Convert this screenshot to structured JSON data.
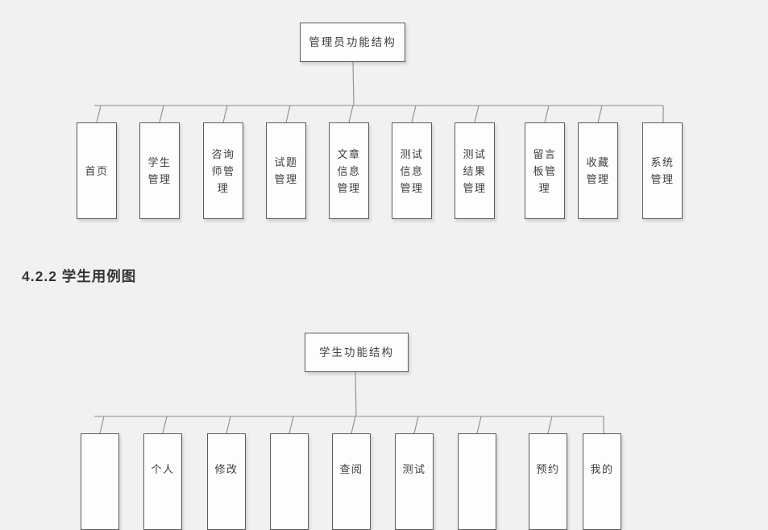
{
  "page": {
    "background_color": "#f1f1f2",
    "line_color": "#8c8c8c",
    "box_border_color": "#5c5c5c",
    "box_fill_color": "#fdfdfd",
    "text_color": "#3e3e3e",
    "heading_color": "#343434"
  },
  "heading": {
    "number_and_text": "4.2.2 学生用例图"
  },
  "diagram1": {
    "root_label": "管理员功能结构",
    "children": [
      "首页",
      "学生管理",
      "咨询师管理",
      "试题管理",
      "文章信息管理",
      "测试信息管理",
      "测试结果管理",
      "留言板管理",
      "收藏管理",
      "系统管理"
    ]
  },
  "diagram2": {
    "root_label": "学生功能结构",
    "children": [
      "",
      "个人",
      "修改",
      "",
      "查阅",
      "测试",
      "",
      "预约",
      "我的"
    ]
  }
}
